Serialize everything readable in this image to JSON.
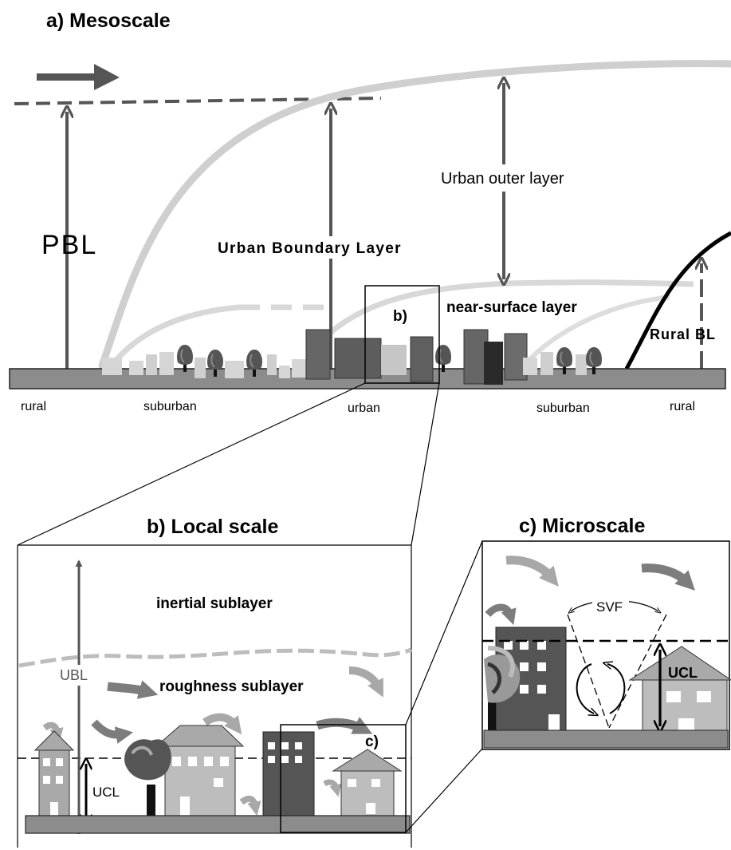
{
  "panel_a": {
    "title": "a) Mesoscale",
    "pbl": "PBL",
    "ubl": "Urban Boundary Layer",
    "outer": "Urban outer layer",
    "near_surface": "near-surface layer",
    "rural_bl": "Rural BL",
    "inset_tag": "b)",
    "ground": [
      "rural",
      "suburban",
      "urban",
      "suburban",
      "rural"
    ]
  },
  "panel_b": {
    "title": "b) Local scale",
    "inertial": "inertial sublayer",
    "roughness": "roughness sublayer",
    "ubl": "UBL",
    "ucl": "UCL",
    "inset_tag": "c)"
  },
  "panel_c": {
    "title": "c) Microscale",
    "svf": "SVF",
    "ucl": "UCL"
  },
  "colors": {
    "dark": "#555555",
    "mid": "#8a8a8a",
    "light": "#bdbdbd",
    "pale": "#d6d6d6",
    "ground": "#8c8c8c"
  }
}
